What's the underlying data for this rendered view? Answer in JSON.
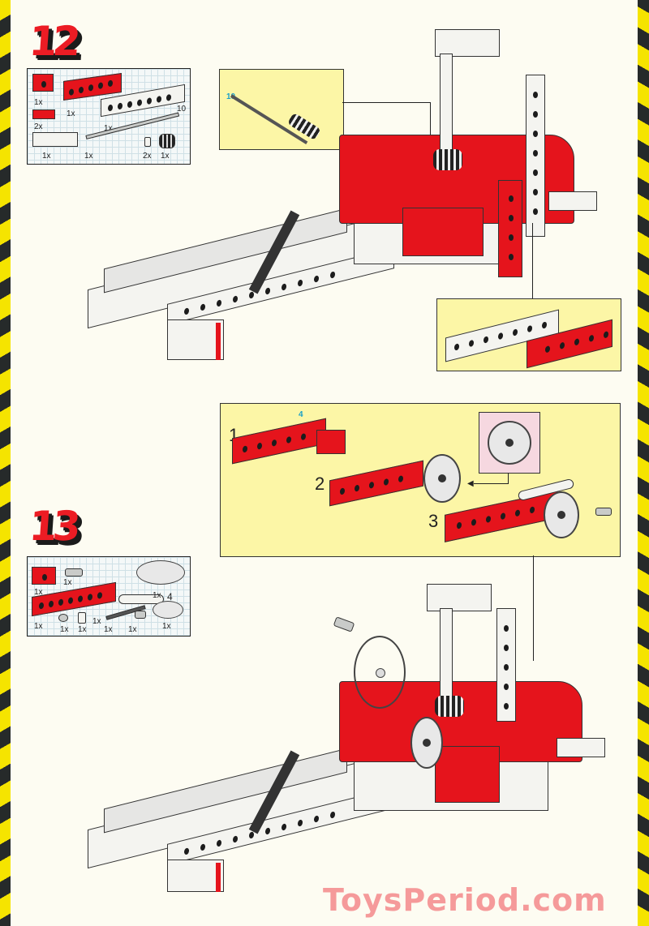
{
  "document": {
    "type": "building-instructions-page",
    "theme_colors": {
      "accent_red": "#e5141c",
      "stripe_yellow": "#f5e400",
      "stripe_black": "#262a2a",
      "callout_yellow": "#fcf6a6",
      "callout_pink": "#f6d8e0",
      "step_number_label": "#1aa0c8"
    }
  },
  "steps": [
    {
      "number": "12",
      "parts_list": [
        {
          "part": "red technic brick 1x2",
          "qty": "1x"
        },
        {
          "part": "red technic brick 1x6",
          "qty": "1x"
        },
        {
          "part": "red plate 1x2",
          "qty": "2x"
        },
        {
          "part": "white technic brick 1x8",
          "qty": "1x"
        },
        {
          "part": "white plate 2x4",
          "qty": "1x"
        },
        {
          "part": "axle",
          "qty": "1x",
          "length_label": "10"
        },
        {
          "part": "bush",
          "qty": "2x"
        },
        {
          "part": "worm gear",
          "qty": "1x"
        }
      ],
      "callouts": [
        {
          "label": "10",
          "description": "axle with worm gear sub-assembly"
        },
        {
          "description": "white 1x8 and red technic brick placement"
        }
      ]
    },
    {
      "number": "13",
      "parts_list": [
        {
          "part": "red technic brick 1x2",
          "qty": "1x"
        },
        {
          "part": "connector peg",
          "qty": "1x"
        },
        {
          "part": "red technic brick 1x8",
          "qty": "1x"
        },
        {
          "part": "small gear",
          "qty": "1x"
        },
        {
          "part": "bush",
          "qty": "1x"
        },
        {
          "part": "technic liftarm",
          "qty": "1x"
        },
        {
          "part": "axle",
          "qty": "1x",
          "length_label": "4"
        },
        {
          "part": "connector peg",
          "qty": "1x"
        },
        {
          "part": "large pulley wheel",
          "qty": "1x"
        },
        {
          "part": "small pulley wheel",
          "qty": "1x"
        }
      ],
      "substeps": [
        {
          "number": "1",
          "axle_label": "4"
        },
        {
          "number": "2"
        },
        {
          "number": "3"
        }
      ]
    }
  ],
  "watermark": "ToysPeriod.com"
}
